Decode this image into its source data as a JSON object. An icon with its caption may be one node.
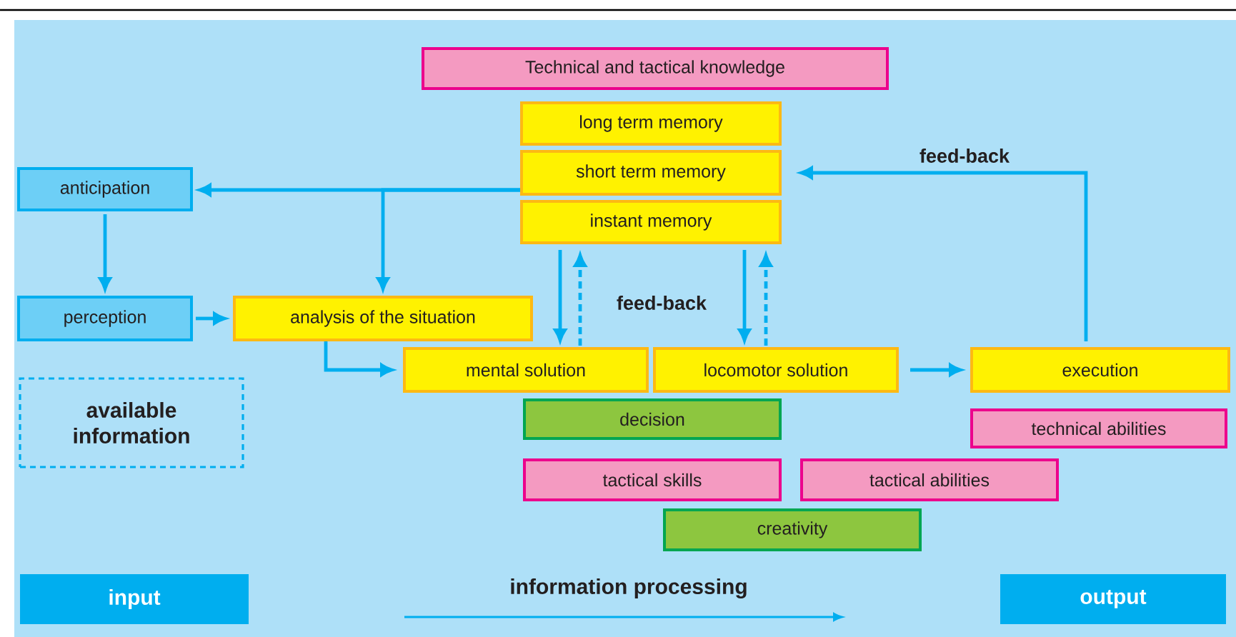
{
  "diagram": {
    "nodes": [
      {
        "text": [
          "Technical and tactical knowledge"
        ]
      },
      {
        "text": [
          "long term memory"
        ]
      },
      {
        "text": [
          "short term memory"
        ]
      },
      {
        "text": [
          "anticipation"
        ]
      },
      {
        "text": [
          "instant memory"
        ]
      },
      {
        "text": [
          "perception"
        ]
      },
      {
        "text": [
          "analysis of the situation"
        ]
      },
      {
        "text": [
          "mental solution"
        ]
      },
      {
        "text": [
          "locomotor solution"
        ]
      },
      {
        "text": [
          "execution"
        ]
      },
      {
        "text": [
          "decision"
        ]
      },
      {
        "text": [
          "technical abilities"
        ]
      },
      {
        "text": [
          "available information"
        ]
      },
      {
        "text": [
          "tactical skills"
        ]
      },
      {
        "text": [
          "tactical abilities"
        ]
      },
      {
        "text": [
          "creativity"
        ]
      },
      {
        "text": [
          "input"
        ]
      },
      {
        "text": [
          "output"
        ]
      }
    ],
    "edges": [
      {
        "from": 2,
        "to": 3,
        "arrow": "to"
      },
      {
        "from": 2,
        "to": 6,
        "arrow": "to"
      },
      {
        "from": 3,
        "to": 5,
        "arrow": "to"
      },
      {
        "from": 5,
        "to": 6,
        "arrow": "to"
      },
      {
        "from": 6,
        "to": 7,
        "arrow": "to"
      },
      {
        "from": 4,
        "to": 7,
        "arrow": "to"
      },
      {
        "from": 7,
        "to": 4,
        "arrow": "to",
        "style": "dashed"
      },
      {
        "from": 4,
        "to": 8,
        "arrow": "to"
      },
      {
        "from": 8,
        "to": 4,
        "arrow": "to",
        "style": "dashed"
      },
      {
        "from": 8,
        "to": 9,
        "arrow": "to"
      },
      {
        "from": 9,
        "to": 2,
        "arrow": "to",
        "label": "feed-back"
      }
    ],
    "labels": [
      "feed-back",
      "information processing"
    ]
  }
}
